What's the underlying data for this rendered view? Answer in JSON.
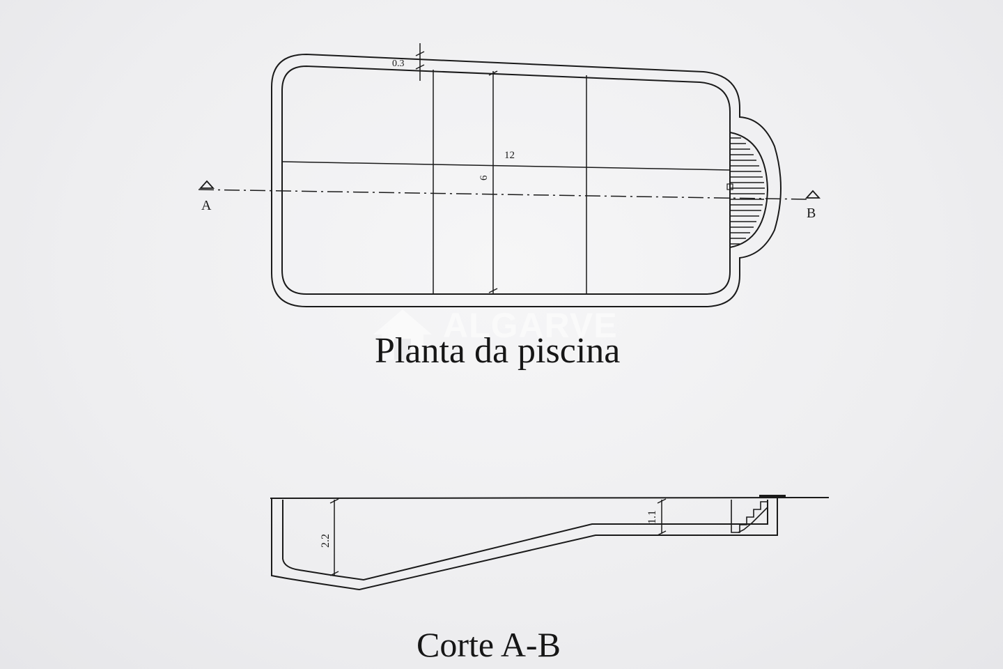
{
  "plan": {
    "dimension_top": "0.3",
    "dimension_length": "12",
    "dimension_width": "6",
    "marker_a": "A",
    "marker_b": "B",
    "caption": "Planta da piscina"
  },
  "section": {
    "depth_deep": "2.2",
    "depth_shallow": "1.1",
    "caption": "Corte A-B"
  },
  "watermark": {
    "text": "ALGARVE",
    "icon": "house-icon"
  },
  "colors": {
    "line": "#1a1a1a",
    "background": "#efeff0"
  }
}
